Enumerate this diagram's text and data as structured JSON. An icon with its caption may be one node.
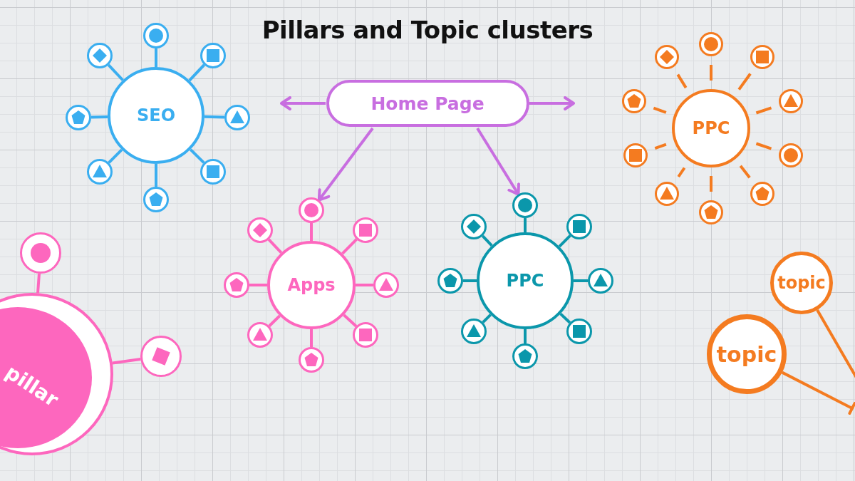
{
  "diagram": {
    "title": "Pillars and Topic clusters",
    "nodes": [
      {
        "text": [
          "Home Page"
        ]
      },
      {
        "text": [
          "SEO"
        ]
      },
      {
        "text": [],
        "shape": "circle"
      },
      {
        "text": [],
        "shape": "circle"
      },
      {
        "text": [],
        "shape": "circle"
      },
      {
        "text": [],
        "shape": "circle"
      },
      {
        "text": [],
        "shape": "circle"
      },
      {
        "text": [],
        "shape": "circle"
      },
      {
        "text": [],
        "shape": "circle"
      },
      {
        "text": [],
        "shape": "circle"
      },
      {
        "text": [
          "PPC"
        ]
      },
      {
        "text": [],
        "shape": "circle"
      },
      {
        "text": [],
        "shape": "circle"
      },
      {
        "text": [],
        "shape": "circle"
      },
      {
        "text": [],
        "shape": "circle"
      },
      {
        "text": [],
        "shape": "circle"
      },
      {
        "text": [],
        "shape": "circle"
      },
      {
        "text": [],
        "shape": "circle"
      },
      {
        "text": [],
        "shape": "circle"
      },
      {
        "text": [],
        "shape": "circle"
      },
      {
        "text": [],
        "shape": "circle"
      },
      {
        "text": [
          "Apps"
        ]
      },
      {
        "text": [],
        "shape": "circle"
      },
      {
        "text": [],
        "shape": "circle"
      },
      {
        "text": [],
        "shape": "circle"
      },
      {
        "text": [],
        "shape": "circle"
      },
      {
        "text": [],
        "shape": "circle"
      },
      {
        "text": [],
        "shape": "circle"
      },
      {
        "text": [],
        "shape": "circle"
      },
      {
        "text": [],
        "shape": "circle"
      },
      {
        "text": [
          "PPC"
        ]
      },
      {
        "text": [],
        "shape": "circle"
      },
      {
        "text": [],
        "shape": "circle"
      },
      {
        "text": [],
        "shape": "circle"
      },
      {
        "text": [],
        "shape": "circle"
      },
      {
        "text": [],
        "shape": "circle"
      },
      {
        "text": [],
        "shape": "circle"
      },
      {
        "text": [],
        "shape": "circle"
      },
      {
        "text": [],
        "shape": "circle"
      },
      {
        "text": [
          "pillar"
        ]
      },
      {
        "text": [],
        "shape": "circle"
      },
      {
        "text": [],
        "shape": "circle"
      },
      {
        "text": [
          "topic"
        ]
      },
      {
        "text": [
          "topic"
        ]
      }
    ],
    "edges": [
      {
        "from": 0,
        "to": null,
        "arrow": "to",
        "color": "#c86ee0"
      },
      {
        "from": 0,
        "to": null,
        "arrow": "to",
        "color": "#c86ee0"
      },
      {
        "from": 0,
        "to": 22,
        "arrow": "to",
        "color": "#c86ee0"
      },
      {
        "from": 0,
        "to": 31,
        "arrow": "to",
        "color": "#c86ee0"
      },
      {
        "from": 1,
        "to": 2,
        "arrow": "none",
        "color": "#3aaef0"
      },
      {
        "from": 1,
        "to": 3,
        "arrow": "none",
        "color": "#3aaef0"
      },
      {
        "from": 1,
        "to": 4,
        "arrow": "none",
        "color": "#3aaef0"
      },
      {
        "from": 1,
        "to": 5,
        "arrow": "none",
        "color": "#3aaef0"
      },
      {
        "from": 1,
        "to": 6,
        "arrow": "none",
        "color": "#3aaef0"
      },
      {
        "from": 1,
        "to": 7,
        "arrow": "none",
        "color": "#3aaef0"
      },
      {
        "from": 1,
        "to": 8,
        "arrow": "none",
        "color": "#3aaef0"
      },
      {
        "from": 1,
        "to": 9,
        "arrow": "none",
        "color": "#3aaef0"
      },
      {
        "from": 10,
        "to": 11,
        "arrow": "none"
      },
      {
        "from": 10,
        "to": 12,
        "arrow": "none"
      },
      {
        "from": 10,
        "to": 13,
        "arrow": "none"
      },
      {
        "from": 10,
        "to": 14,
        "arrow": "none"
      },
      {
        "from": 10,
        "to": 15,
        "arrow": "none"
      },
      {
        "from": 10,
        "to": 16,
        "arrow": "none"
      },
      {
        "from": 10,
        "to": 17,
        "arrow": "none"
      },
      {
        "from": 10,
        "to": 18,
        "arrow": "none"
      },
      {
        "from": 10,
        "to": 19,
        "arrow": "none"
      },
      {
        "from": 10,
        "to": 20,
        "arrow": "none"
      },
      {
        "from": 21,
        "to": 22,
        "arrow": "none",
        "color": "#fd67be"
      },
      {
        "from": 21,
        "to": 23,
        "arrow": "none",
        "color": "#fd67be"
      },
      {
        "from": 21,
        "to": 24,
        "arrow": "none",
        "color": "#fd67be"
      },
      {
        "from": 21,
        "to": 25,
        "arrow": "none",
        "color": "#fd67be"
      },
      {
        "from": 21,
        "to": 26,
        "arrow": "none",
        "color": "#fd67be"
      },
      {
        "from": 21,
        "to": 27,
        "arrow": "none",
        "color": "#fd67be"
      },
      {
        "from": 21,
        "to": 28,
        "arrow": "none",
        "color": "#fd67be"
      },
      {
        "from": 21,
        "to": 29,
        "arrow": "none",
        "color": "#fd67be"
      },
      {
        "from": 30,
        "to": 31,
        "arrow": "none",
        "color": "#0b97ab"
      },
      {
        "from": 30,
        "to": 32,
        "arrow": "none",
        "color": "#0b97ab"
      },
      {
        "from": 30,
        "to": 33,
        "arrow": "none",
        "color": "#0b97ab"
      },
      {
        "from": 30,
        "to": 34,
        "arrow": "none",
        "color": "#0b97ab"
      },
      {
        "from": 30,
        "to": 35,
        "arrow": "none",
        "color": "#0b97ab"
      },
      {
        "from": 30,
        "to": 36,
        "arrow": "none",
        "color": "#0b97ab"
      },
      {
        "from": 30,
        "to": 37,
        "arrow": "none",
        "color": "#0b97ab"
      },
      {
        "from": 30,
        "to": 38,
        "arrow": "none",
        "color": "#0b97ab"
      },
      {
        "from": 39,
        "to": 40,
        "arrow": "none",
        "color": "#fd67be"
      },
      {
        "from": 39,
        "to": 41,
        "arrow": "none",
        "color": "#fd67be"
      },
      {
        "from": 42,
        "to": null,
        "arrow": "none"
      },
      {
        "from": 43,
        "to": null,
        "arrow": "other"
      }
    ]
  }
}
